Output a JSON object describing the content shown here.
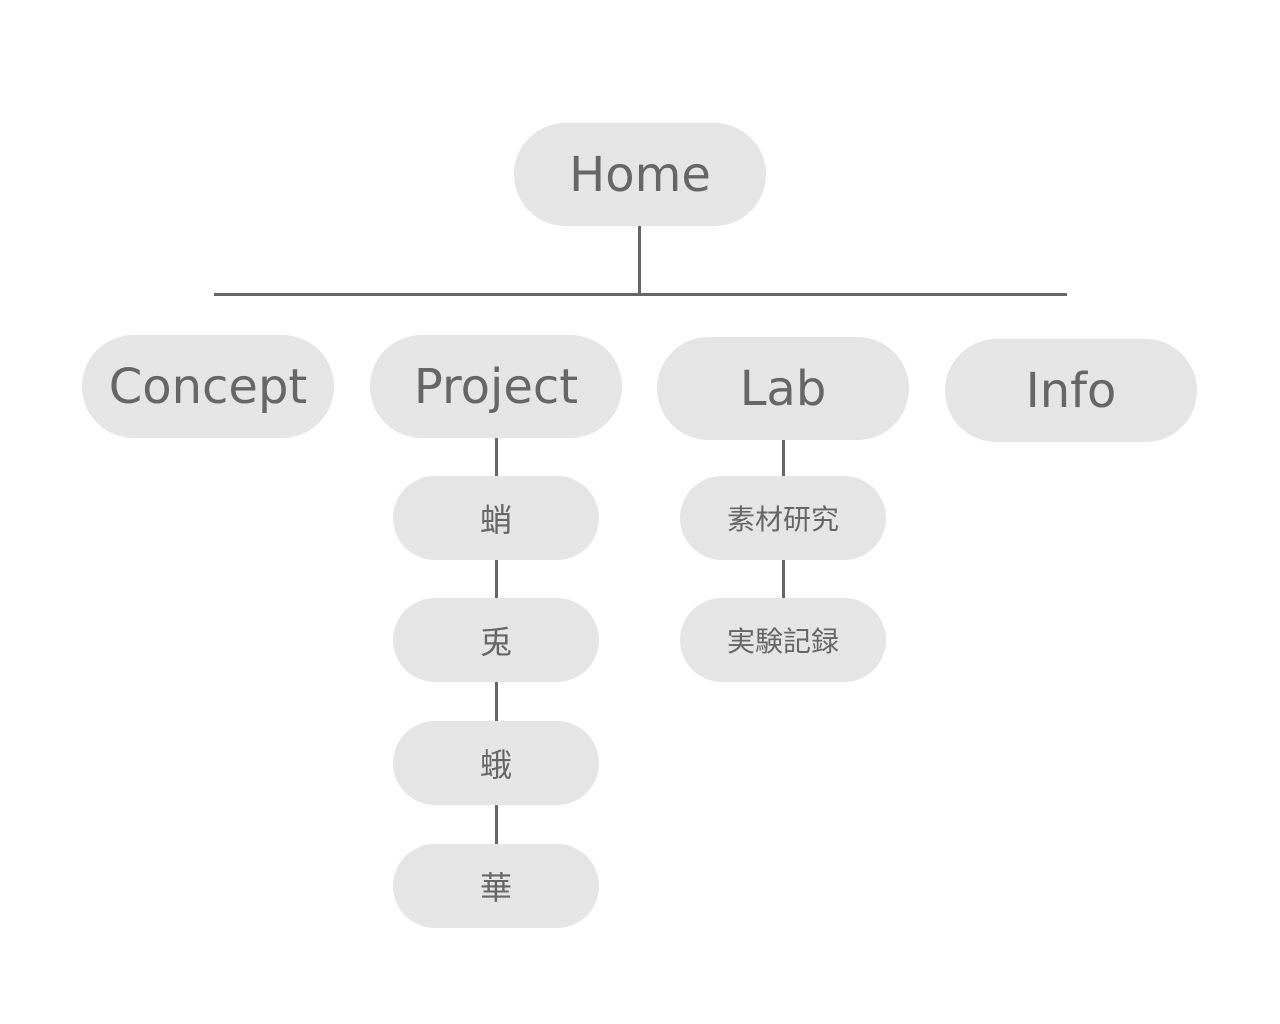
{
  "colors": {
    "node_fill": "#e5e5e5",
    "text": "#666666",
    "connector": "#666666",
    "background": "#ffffff"
  },
  "root": {
    "label": "Home"
  },
  "sections": {
    "concept": {
      "label": "Concept"
    },
    "project": {
      "label": "Project",
      "children": [
        "蛸",
        "兎",
        "蛾",
        "華"
      ]
    },
    "lab": {
      "label": "Lab",
      "children": [
        "素材研究",
        "実験記録"
      ]
    },
    "info": {
      "label": "Info"
    }
  }
}
